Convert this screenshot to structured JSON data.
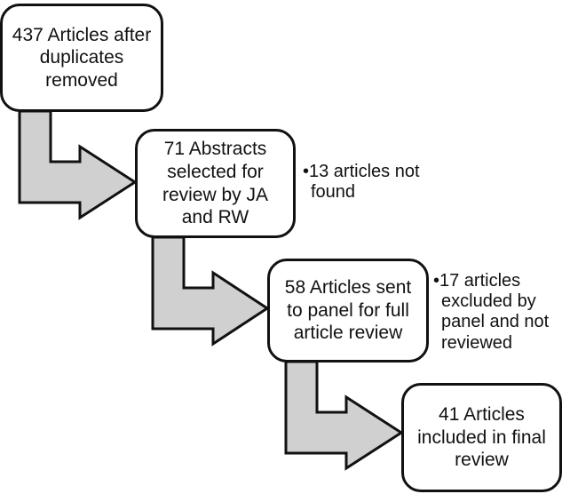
{
  "diagram": {
    "title": "Article selection flow diagram",
    "type": "flowchart",
    "colors": {
      "box_fill": "#ffffff",
      "box_stroke": "#111111",
      "arrow_fill": "#d0d0d0",
      "arrow_stroke": "#111111",
      "text": "#111111",
      "background": "#ffffff"
    },
    "nodes": [
      {
        "id": "node-articles-after-duplicates",
        "label": "437 Articles after duplicates removed",
        "count": 437
      },
      {
        "id": "node-abstracts-selected",
        "label": "71 Abstracts selected for review by JA and RW",
        "count": 71
      },
      {
        "id": "node-articles-sent-to-panel",
        "label": "58 Articles sent to panel for full article review",
        "count": 58
      },
      {
        "id": "node-articles-included-final",
        "label": "41 Articles included in final review",
        "count": 41
      }
    ],
    "notes": [
      {
        "id": "note-articles-not-found",
        "bullet": "•",
        "label": "•13 articles not\n found",
        "count": 13
      },
      {
        "id": "note-articles-excluded",
        "bullet": "•",
        "label": "•17 articles\n excluded by\n panel and not\n reviewed",
        "count": 17
      }
    ],
    "edges": [
      {
        "id": "edge-1",
        "from": "node-articles-after-duplicates",
        "to": "node-abstracts-selected",
        "shape": "elbow-block-arrow"
      },
      {
        "id": "edge-2",
        "from": "node-abstracts-selected",
        "to": "node-articles-sent-to-panel",
        "shape": "elbow-block-arrow"
      },
      {
        "id": "edge-3",
        "from": "node-articles-sent-to-panel",
        "to": "node-articles-included-final",
        "shape": "elbow-block-arrow"
      }
    ]
  }
}
